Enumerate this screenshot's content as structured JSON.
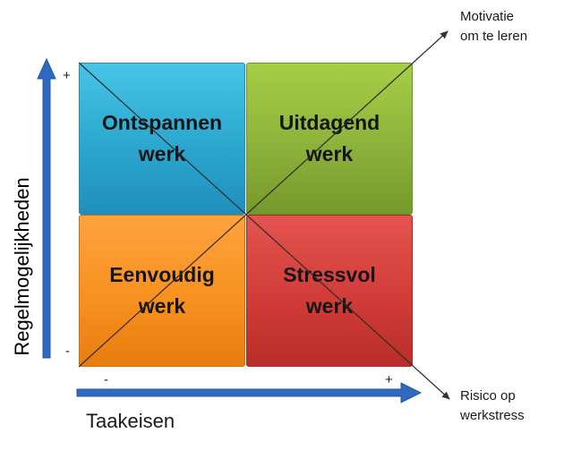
{
  "quadrants": {
    "top_left": "Ontspannen\nwerk",
    "top_right": "Uitdagend\nwerk",
    "bottom_left": "Eenvoudig\nwerk",
    "bottom_right": "Stressvol\nwerk"
  },
  "axes": {
    "x_title": "Taakeisen",
    "y_title": "Regelmogelijkheden",
    "x_min": "-",
    "x_max": "+",
    "y_min": "-",
    "y_max": "+"
  },
  "annotations": {
    "top_right": "Motivatie\nom te leren",
    "bottom_right": "Risico op\nwerkstress"
  },
  "colors": {
    "top_left": "#2ba7cf",
    "top_right": "#8db23a",
    "bottom_left": "#f7911f",
    "bottom_right": "#d13c38",
    "axis_arrow": "#2e6bc0"
  }
}
